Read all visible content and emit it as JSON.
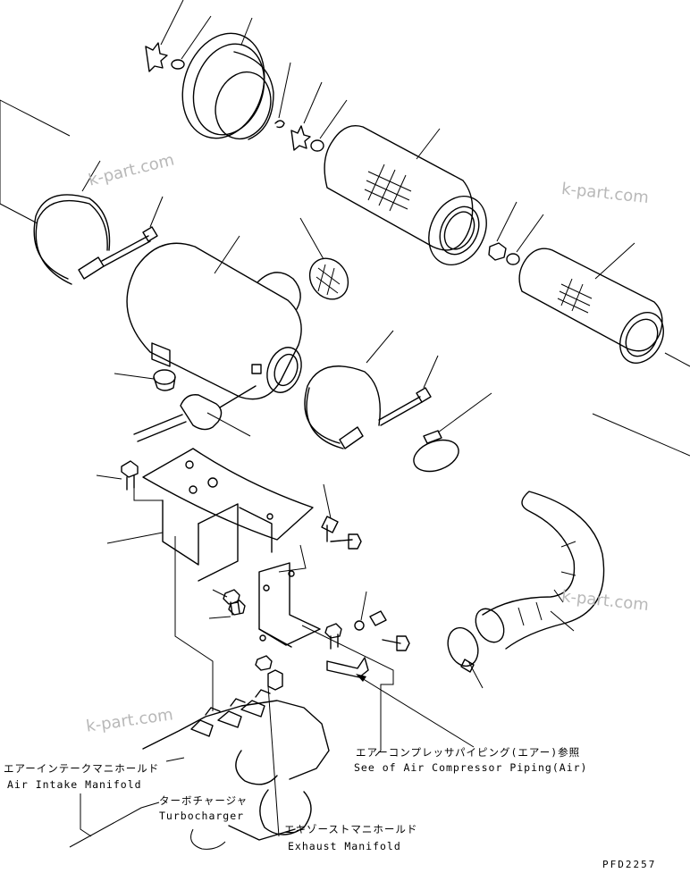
{
  "labels": {
    "air_intake_jp": "エアーインテークマニホールド",
    "air_intake_en": "Air Intake Manifold",
    "turbo_jp": "ターボチャージャ",
    "turbo_en": "Turbocharger",
    "exhaust_jp": "エキゾーストマニホールド",
    "exhaust_en": "Exhaust Manifold",
    "compressor_jp": "エアーコンプレッサパイピング(エアー)参照",
    "compressor_en": "See of Air Compressor Piping(Air)"
  },
  "watermark": {
    "text": "k-part.com"
  },
  "drawing_code": "PFD2257"
}
